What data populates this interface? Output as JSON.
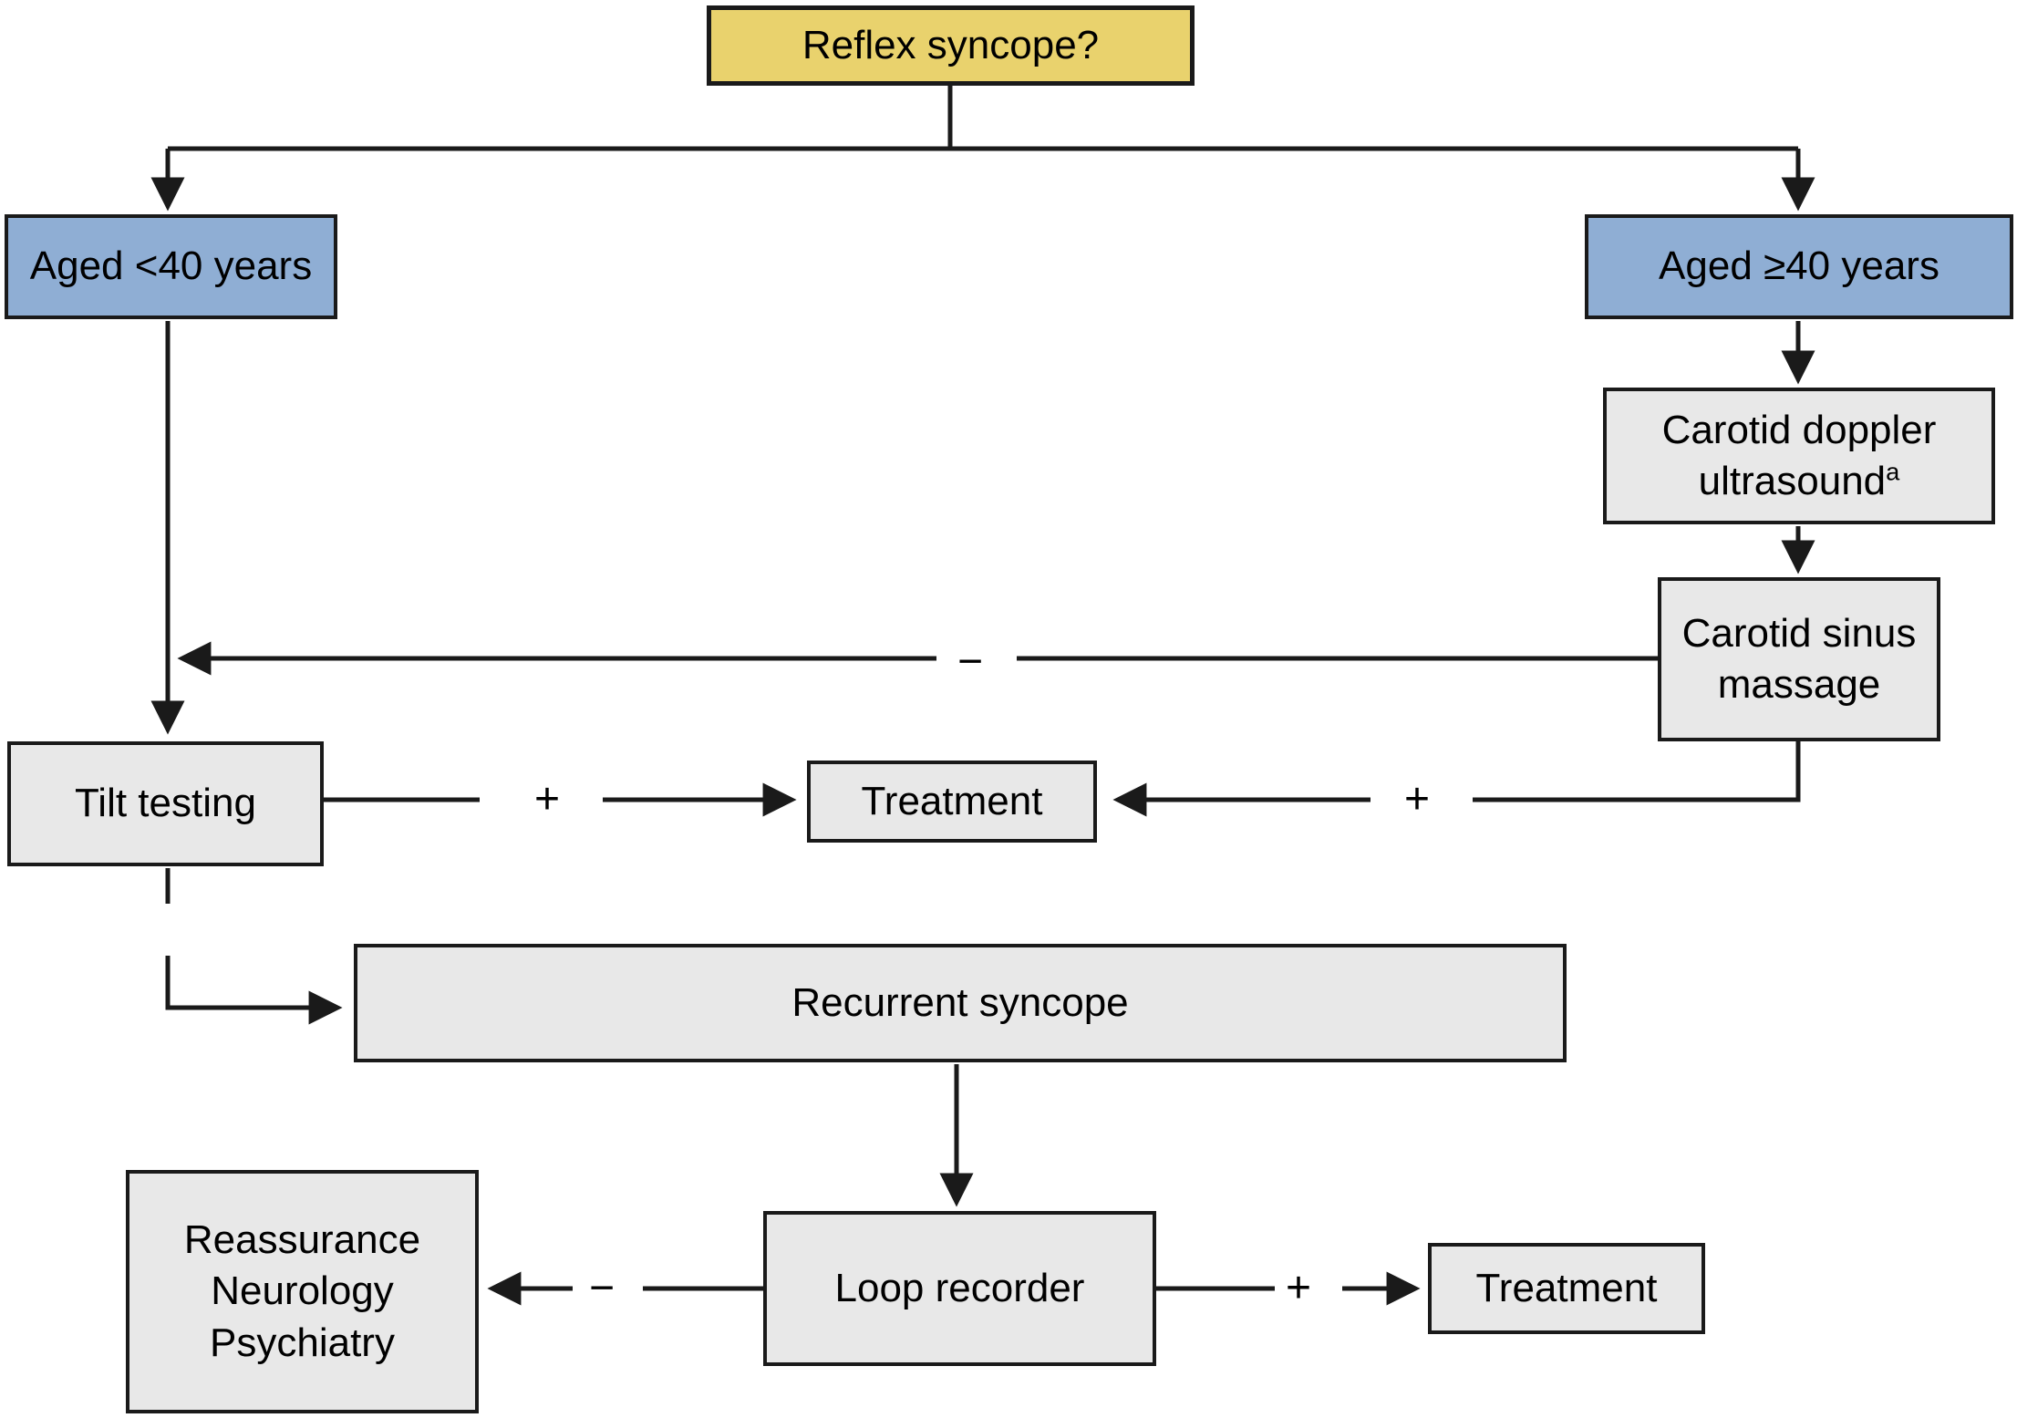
{
  "figure": {
    "colors": {
      "decision_fill": "#E9D26D",
      "age_fill": "#8FAED4",
      "step_fill": "#E8E8E8",
      "line": "#1a1a1a"
    },
    "nodes": {
      "reflex_syncope": {
        "label": "Reflex syncope?"
      },
      "aged_under_40": {
        "label": "Aged <40 years"
      },
      "aged_40_plus": {
        "label": "Aged ≥40 years"
      },
      "carotid_doppler": {
        "line1": "Carotid doppler",
        "line2": "ultrasound",
        "footnote_mark": "a"
      },
      "carotid_sinus_massage": {
        "line1": "Carotid sinus",
        "line2": "massage"
      },
      "tilt_testing": {
        "label": "Tilt testing"
      },
      "treatment_mid": {
        "label": "Treatment"
      },
      "recurrent_syncope": {
        "label": "Recurrent syncope"
      },
      "reassurance": {
        "line1": "Reassurance",
        "line2": "Neurology",
        "line3": "Psychiatry"
      },
      "loop_recorder": {
        "label": "Loop recorder"
      },
      "treatment_bottom": {
        "label": "Treatment"
      }
    },
    "edge_labels": {
      "carotid_negative": "−",
      "tilt_positive": "+",
      "carotid_positive": "+",
      "loop_negative": "−",
      "loop_positive": "+"
    }
  }
}
